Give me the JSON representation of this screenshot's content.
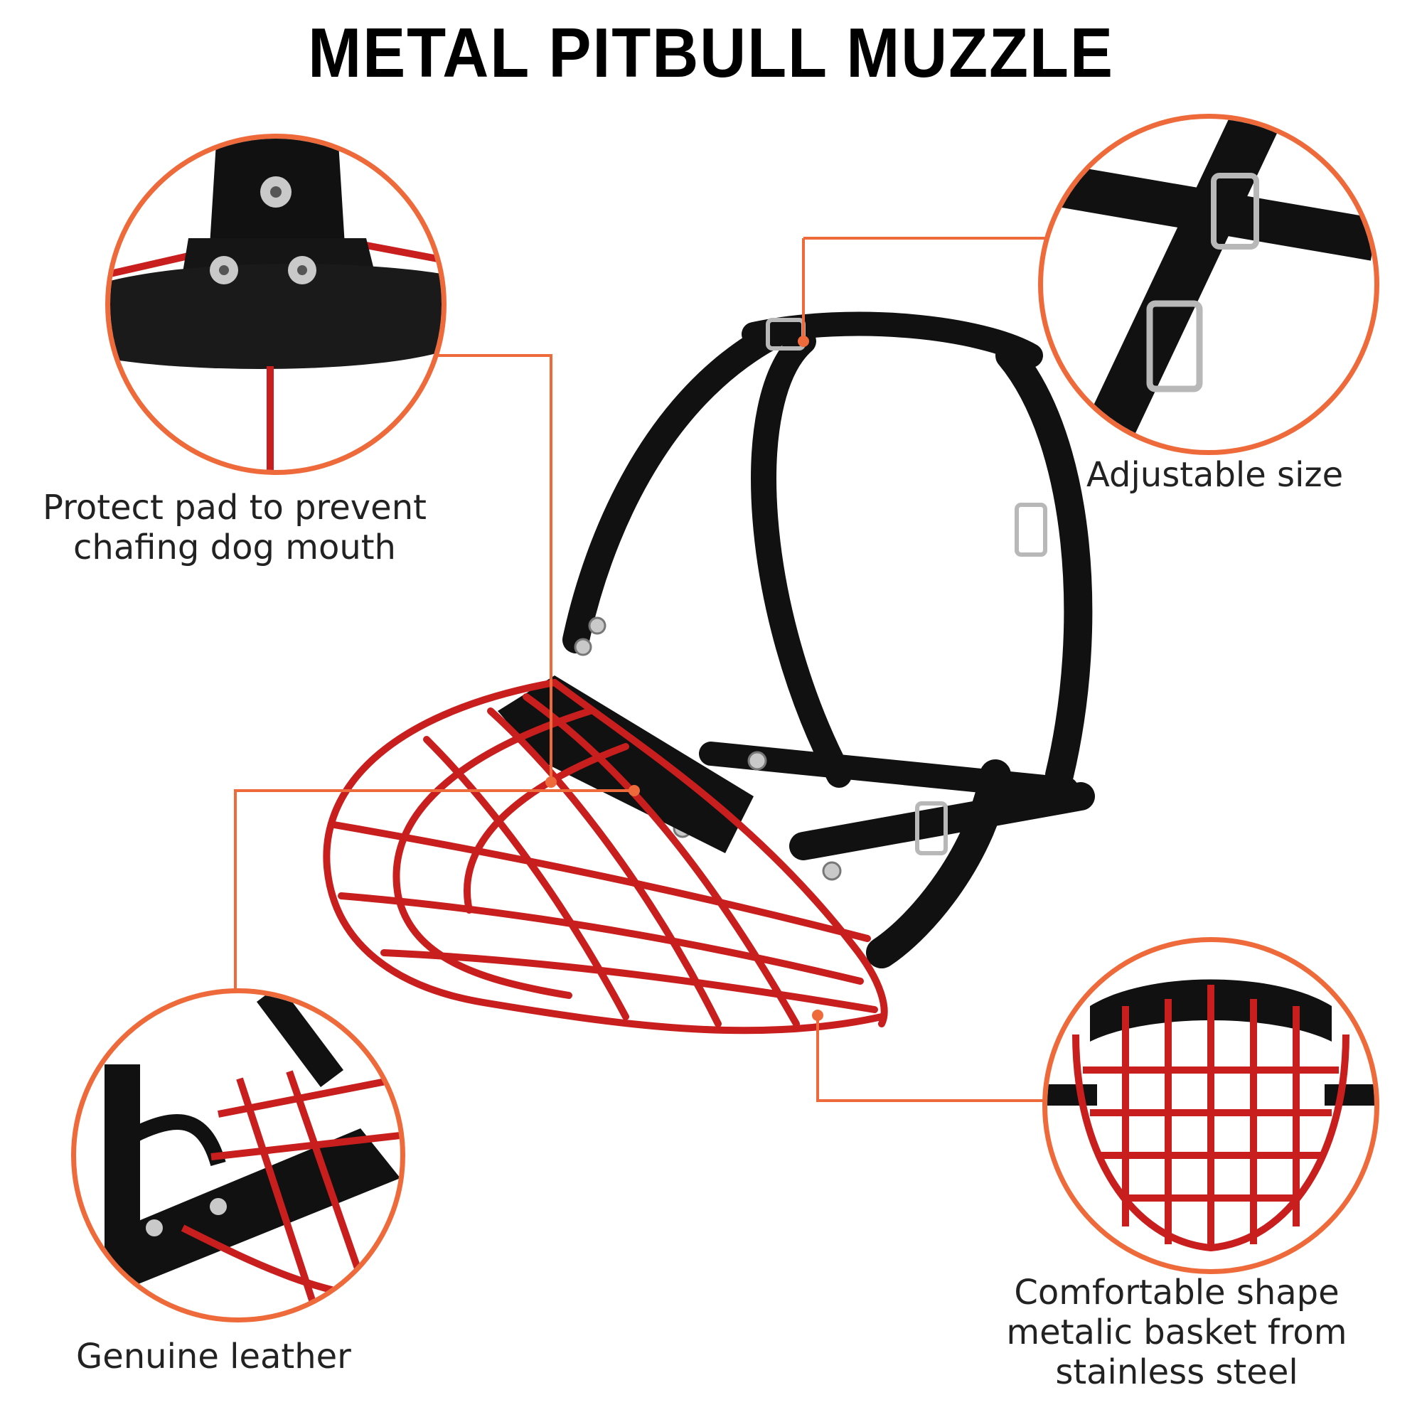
{
  "title": "METAL PITBULL MUZZLE",
  "colors": {
    "accent": "#EE6A3A",
    "basket_red": "#C81E1E",
    "leather_black": "#111111",
    "text": "#222222",
    "buckle_silver": "#B8B8B8"
  },
  "callouts": [
    {
      "id": "protect-pad",
      "lines": [
        "Protect pad to prevent",
        "chafing dog mouth"
      ],
      "icon": "mesh-pad-closeup"
    },
    {
      "id": "adjustable-size",
      "lines": [
        "Adjustable size"
      ],
      "icon": "buckle-strap-closeup"
    },
    {
      "id": "genuine-leather",
      "lines": [
        "Genuine leather"
      ],
      "icon": "leather-strap-closeup"
    },
    {
      "id": "basket",
      "lines": [
        "Comfortable shape",
        "metalic basket from",
        "stainless steel"
      ],
      "icon": "basket-front-closeup"
    }
  ],
  "product_image": {
    "name": "red-wire-basket-muzzle-with-black-leather-straps"
  }
}
